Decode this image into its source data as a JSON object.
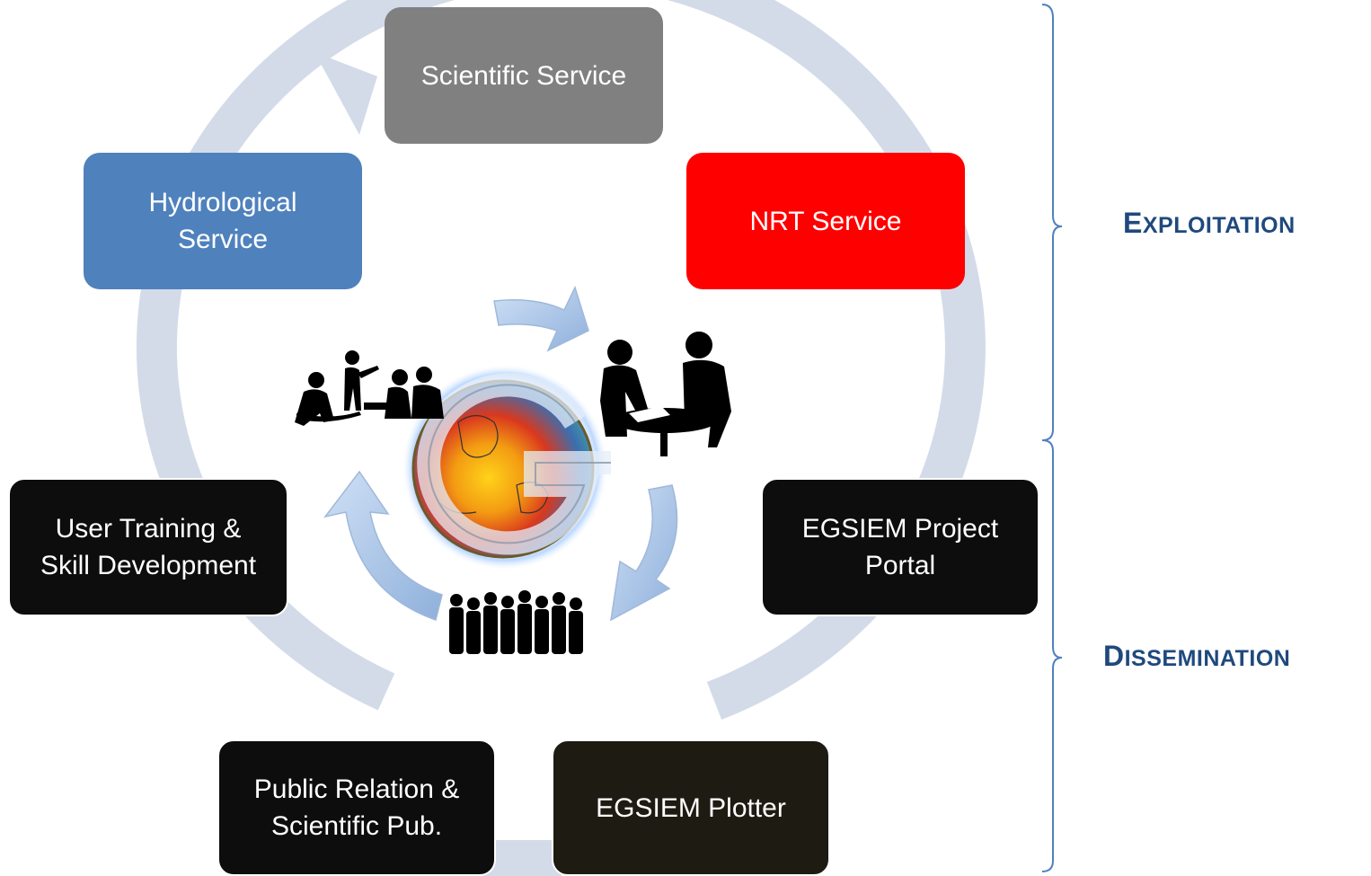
{
  "diagram": {
    "nodes": [
      {
        "id": "scientific",
        "label": "Scientific Service",
        "color": "#808080"
      },
      {
        "id": "nrt",
        "label": "NRT Service",
        "color": "#ff0000"
      },
      {
        "id": "portal",
        "label": "EGSIEM Project\nPortal",
        "color": "#0d0d0d"
      },
      {
        "id": "plotter",
        "label": "EGSIEM  Plotter",
        "color": "#1e1b12"
      },
      {
        "id": "public",
        "label": "Public Relation &\nScientific Pub.",
        "color": "#0d0d0d"
      },
      {
        "id": "training",
        "label": "User Training &\nSkill Development",
        "color": "#0d0d0d"
      },
      {
        "id": "hydrological",
        "label": "Hydrological\nService",
        "color": "#4f81bd"
      }
    ],
    "groups": [
      {
        "id": "exploitation",
        "first": "E",
        "rest": "XPLOITATION"
      },
      {
        "id": "dissemination",
        "first": "D",
        "rest": "ISSEMINATION"
      }
    ],
    "colors": {
      "cycle_ring": "#d3dbe9",
      "inner_arrow": "#a6c3e6",
      "label_text": "#1f497d",
      "bracket": "#4f81bd"
    },
    "icons": [
      "globe-logo-icon",
      "meeting-silhouette-icon",
      "discussion-silhouette-icon",
      "crowd-silhouette-icon"
    ]
  }
}
